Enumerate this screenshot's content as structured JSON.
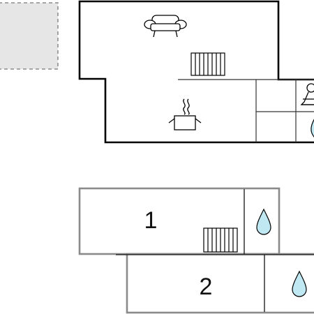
{
  "floors": [
    {
      "id": "upper",
      "rooms": [
        {
          "id": "living",
          "icons": [
            "sofa-icon",
            "radiator-icon"
          ]
        },
        {
          "id": "kitchen",
          "icons": [
            "cooking-pot-icon"
          ]
        },
        {
          "id": "toilet",
          "icons": [
            "toilet-icon"
          ]
        },
        {
          "id": "shower",
          "icons": [
            "water-drop-icon"
          ]
        }
      ]
    },
    {
      "id": "lower",
      "rooms": [
        {
          "id": "bedroom-1",
          "label": "1",
          "icons": [
            "radiator-icon"
          ]
        },
        {
          "id": "bath-1",
          "icons": [
            "water-drop-icon"
          ]
        },
        {
          "id": "bedroom-2",
          "label": "2",
          "icons": []
        },
        {
          "id": "bath-2",
          "icons": [
            "water-drop-icon"
          ]
        }
      ]
    }
  ],
  "colors": {
    "wall_upper": "#000000",
    "wall_lower": "#8a8a8a",
    "inner_line": "#333333",
    "terrace_fill": "#e6e6e6",
    "terrace_border": "#777777",
    "water": "#bfe8f2"
  }
}
